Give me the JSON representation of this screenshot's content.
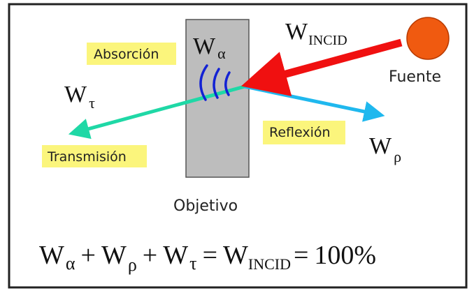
{
  "labels": {
    "absorcion": "Absorción",
    "reflexion": "Reflexión",
    "transmision": "Transmisión",
    "fuente": "Fuente",
    "objetivo": "Objetivo"
  },
  "symbols": {
    "w": "W",
    "alpha": "α",
    "rho": "ρ",
    "tau": "τ",
    "incid": "INCID"
  },
  "equation": {
    "plus": "+",
    "equals": "=",
    "total": "100%"
  },
  "colors": {
    "incident_arrow": "#f01010",
    "reflected_arrow": "#1fb8ee",
    "transmitted_arrow": "#1fd8a6",
    "absorption_waves": "#1322d4",
    "source_fill": "#f05a10",
    "label_highlight": "#fbf57c",
    "object_fill": "#bdbdbd",
    "frame": "#222222"
  },
  "icons": {
    "source": "sun-circle-icon",
    "absorption": "wave-arcs-icon"
  }
}
